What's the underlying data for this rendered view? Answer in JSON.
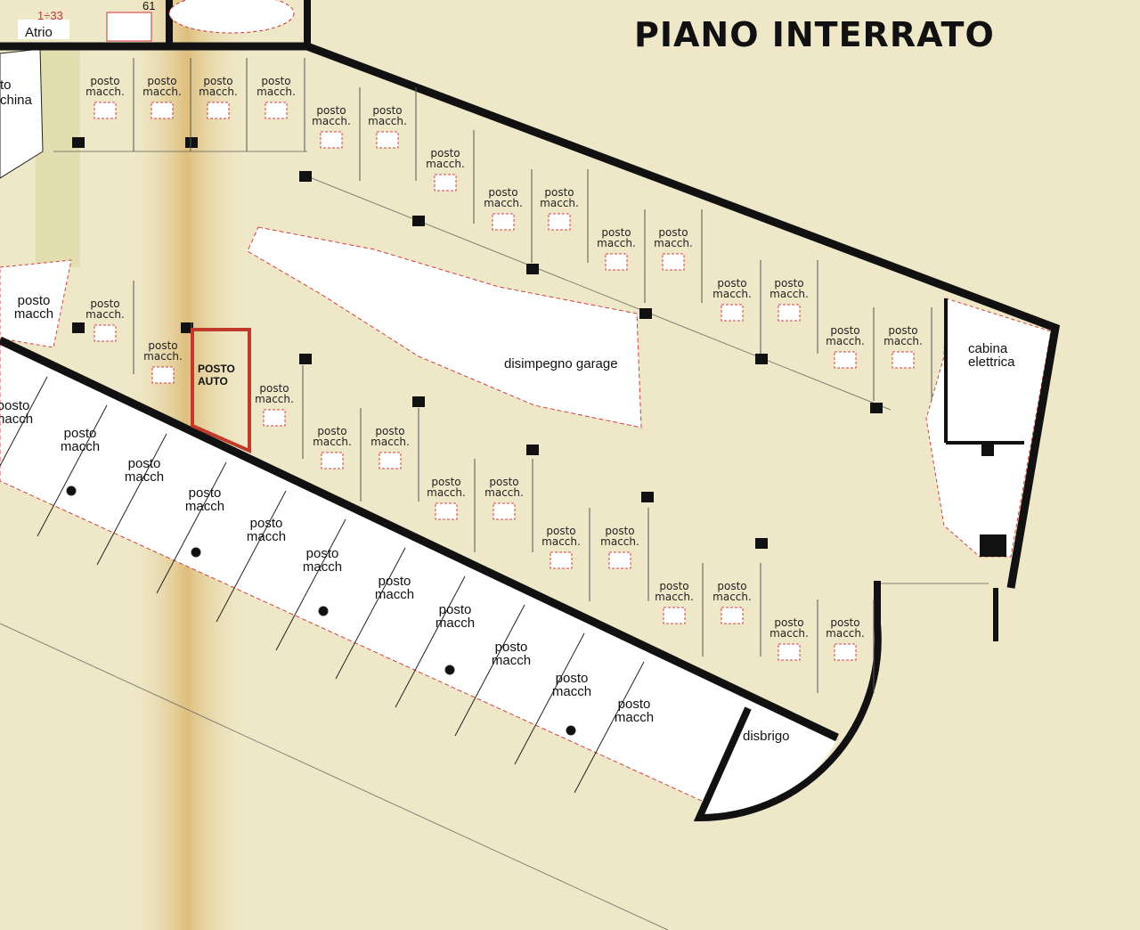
{
  "title": "PIANO INTERRATO",
  "labels": {
    "atrio": "Atrio",
    "scale": "1÷33",
    "number": "61",
    "partial_top": "to",
    "partial_mid": "china",
    "disimpegno": "disimpegno garage",
    "cabina_line1": "cabina",
    "cabina_line2": "elettrica",
    "disbrigo": "disbrigo",
    "posto_auto_line1": "POSTO",
    "posto_auto_line2": "AUTO"
  },
  "stall_label": {
    "line1": "posto",
    "line2": "macch."
  },
  "band_label": {
    "line1": "posto",
    "line2": "macch"
  },
  "upper_stall_count": 28,
  "band_stall_count": 12,
  "colors": {
    "background": "#efe8c8",
    "wall": "#111111",
    "highlight": "#c0392b",
    "dashed": "#d04040",
    "band": "#ffffff",
    "stripe": "#e0c27a"
  }
}
